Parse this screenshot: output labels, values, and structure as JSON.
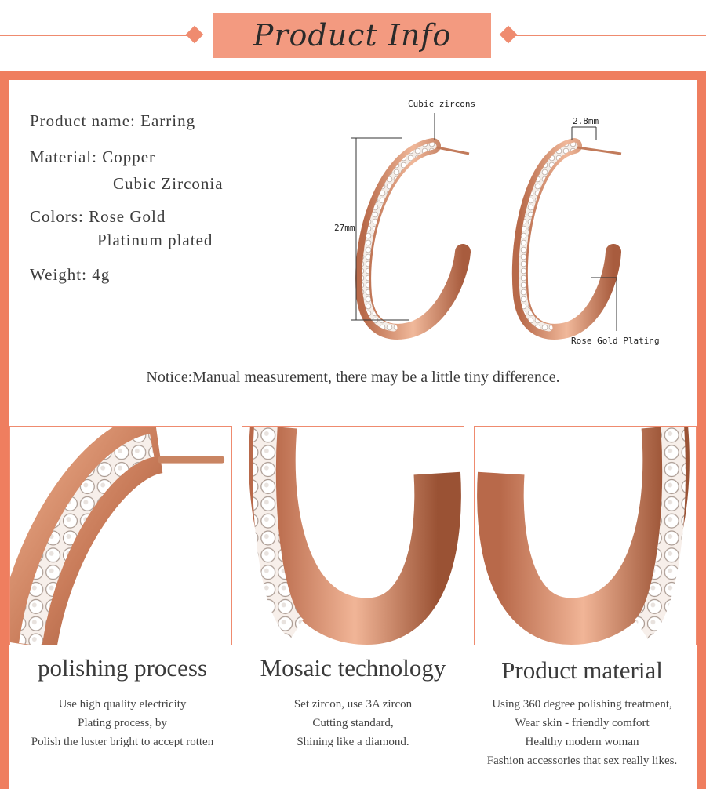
{
  "header": {
    "title": "Product Info"
  },
  "info": {
    "product_name": "Product name:  Earring",
    "material": "Material:  Copper",
    "material_2": "Cubic Zirconia",
    "colors": "Colors:  Rose Gold",
    "colors_2": "Platinum plated",
    "weight": "Weight:  4g"
  },
  "diagram": {
    "label_zircons": "Cubic zircons",
    "label_width": "2.8mm",
    "label_height": "27mm",
    "label_plating": "Rose Gold Plating"
  },
  "notice": "Notice:Manual measurement, there may be a little tiny difference.",
  "features": [
    {
      "title": "polishing process",
      "lines": [
        "Use high quality electricity",
        "Plating process, by",
        "Polish the luster bright to accept rotten"
      ]
    },
    {
      "title": "Mosaic technology",
      "lines": [
        "Set zircon, use 3A zircon",
        "Cutting standard,",
        "Shining like a diamond."
      ]
    },
    {
      "title": "Product material",
      "lines": [
        "Using 360 degree polishing treatment,",
        "Wear skin - friendly comfort",
        "Healthy modern woman",
        "Fashion accessories that sex really likes."
      ]
    }
  ],
  "colors": {
    "accent": "#ef7e5f",
    "banner": "#f39a80",
    "rose_gold": "#d8906c"
  }
}
